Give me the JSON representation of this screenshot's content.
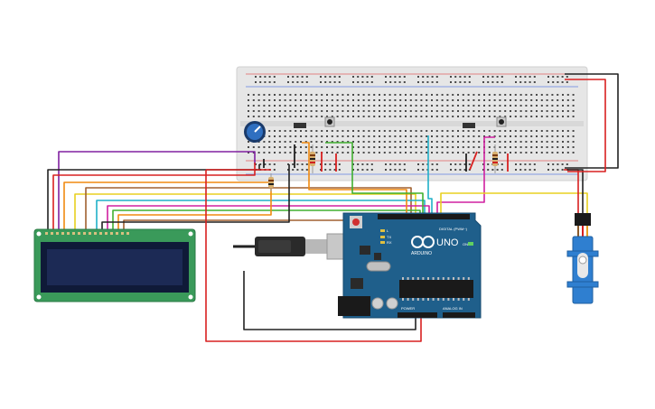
{
  "arduino": {
    "brand": "ARDUINO",
    "model": "UNO",
    "digital_header": "DIGITAL (PWM~)",
    "power_header": "POWER",
    "analog_header": "ANALOG IN",
    "tx_label": "TX",
    "rx_label": "RX",
    "l_label": "L",
    "on_label": "ON"
  },
  "colors": {
    "board_blue": "#1f5f8b",
    "breadboard": "#e8e8e8",
    "lcd_green": "#3a9a5a",
    "lcd_screen": "#1c2a55",
    "servo_blue": "#2f7fd0",
    "wire_red": "#d82020",
    "wire_black": "#222222",
    "wire_orange": "#f08a10",
    "wire_yellow": "#e8d020",
    "wire_green": "#40b030",
    "wire_cyan": "#20b0c8",
    "wire_magenta": "#d020a0",
    "wire_purple": "#8020a0",
    "wire_brown": "#a06030"
  }
}
